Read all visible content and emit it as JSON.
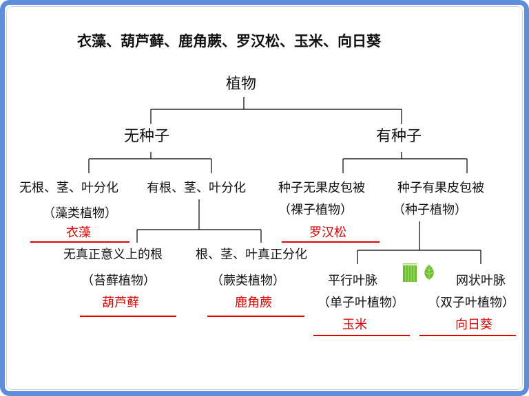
{
  "title": "衣藻、葫芦藓、鹿角蕨、罗汉松、玉米、向日葵",
  "root": "植物",
  "no_seed": "无种子",
  "has_seed": "有种子",
  "no_root_diff": "无根、茎、叶分化",
  "has_root_diff": "有根、茎、叶分化",
  "seed_no_peel": "种子无果皮包被",
  "seed_with_peel": "种子有果皮包被",
  "algae_group": "（藻类植物）",
  "gymno_group": "（裸子植物）",
  "angio_group": "（种子植物）",
  "answer_algae": "衣藻",
  "answer_gymno": "罗汉松",
  "no_true_root": "无真正意义上的根",
  "true_root": "根、茎、叶真正分化",
  "moss_group": "（苔藓植物）",
  "fern_group": "（蕨类植物）",
  "answer_moss": "葫芦藓",
  "answer_fern": "鹿角蕨",
  "parallel_vein": "平行叶脉",
  "net_vein": "网状叶脉",
  "mono_group": "（单子叶植物）",
  "dicot_group": "（双子叶植物）",
  "answer_mono": "玉米",
  "answer_dicot": "向日葵",
  "colors": {
    "frame": "#5d8ed9",
    "answer": "#e00000",
    "line": "#000000",
    "leaf": "#6abf2a"
  }
}
